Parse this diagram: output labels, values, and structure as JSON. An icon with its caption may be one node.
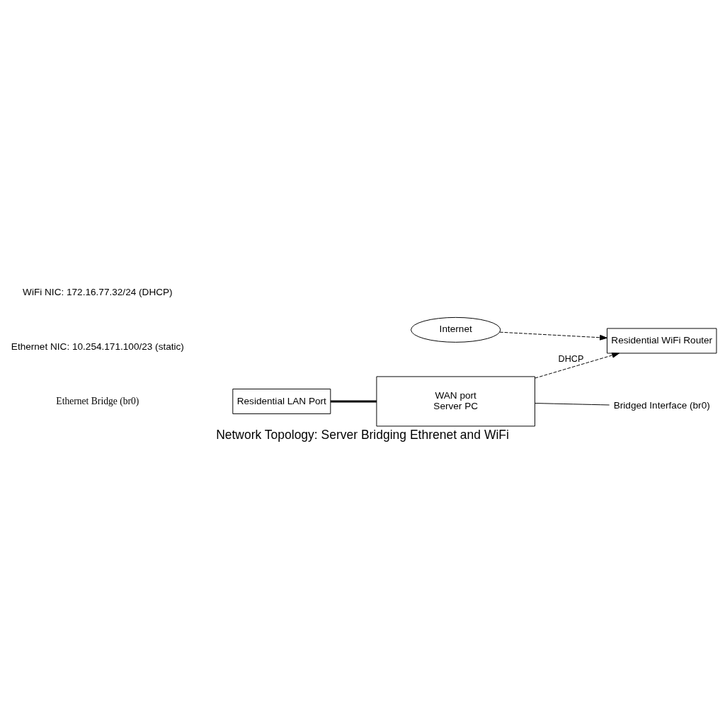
{
  "diagram": {
    "caption": "Network Topology: Server Bridging Ethrenet and WiFi",
    "nodes": [
      {
        "text": [
          "Residential LAN Port"
        ]
      },
      {
        "text": [
          "WAN port",
          "Server PC"
        ]
      },
      {
        "text": [
          "Internet"
        ]
      },
      {
        "text": [
          "Residential WiFi Router"
        ]
      },
      {
        "text": [
          "Bridged Interface (br0)"
        ]
      }
    ],
    "edges": [
      {
        "from": 0,
        "to": 1,
        "arrow": "none",
        "style": "thick"
      },
      {
        "from": 2,
        "to": 3,
        "arrow": "to",
        "style": "dashed"
      },
      {
        "from": 1,
        "to": 3,
        "arrow": "to",
        "style": "dashed",
        "label": "DHCP"
      },
      {
        "from": 1,
        "to": 4,
        "arrow": "none"
      }
    ],
    "labels": [
      "Ethernet Bridge (br0)",
      "Ethernet NIC: 10.254.171.100/23 (static)",
      "WiFi NIC: 172.16.77.32/24 (DHCP)"
    ]
  }
}
